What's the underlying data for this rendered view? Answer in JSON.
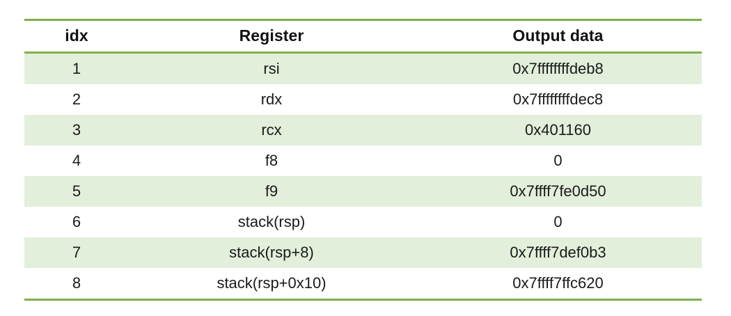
{
  "table": {
    "columns": [
      {
        "key": "idx",
        "label": "idx"
      },
      {
        "key": "register",
        "label": "Register"
      },
      {
        "key": "output",
        "label": "Output data"
      }
    ],
    "rows": [
      {
        "idx": "1",
        "register": "rsi",
        "output": "0x7ffffffffdeb8"
      },
      {
        "idx": "2",
        "register": "rdx",
        "output": "0x7ffffffffdec8"
      },
      {
        "idx": "3",
        "register": "rcx",
        "output": "0x401160"
      },
      {
        "idx": "4",
        "register": "f8",
        "output": "0"
      },
      {
        "idx": "5",
        "register": "f9",
        "output": "0x7ffff7fe0d50"
      },
      {
        "idx": "6",
        "register": "stack(rsp)",
        "output": "0"
      },
      {
        "idx": "7",
        "register": "stack(rsp+8)",
        "output": "0x7ffff7def0b3"
      },
      {
        "idx": "8",
        "register": "stack(rsp+0x10)",
        "output": "0x7ffff7ffc620"
      }
    ]
  },
  "style": {
    "rule_color": "#7eb04e",
    "shaded_row_color": "#e2efda",
    "plain_row_color": "#ffffff",
    "text_color": "#1a1a1a",
    "page_background": "#ffffff"
  }
}
